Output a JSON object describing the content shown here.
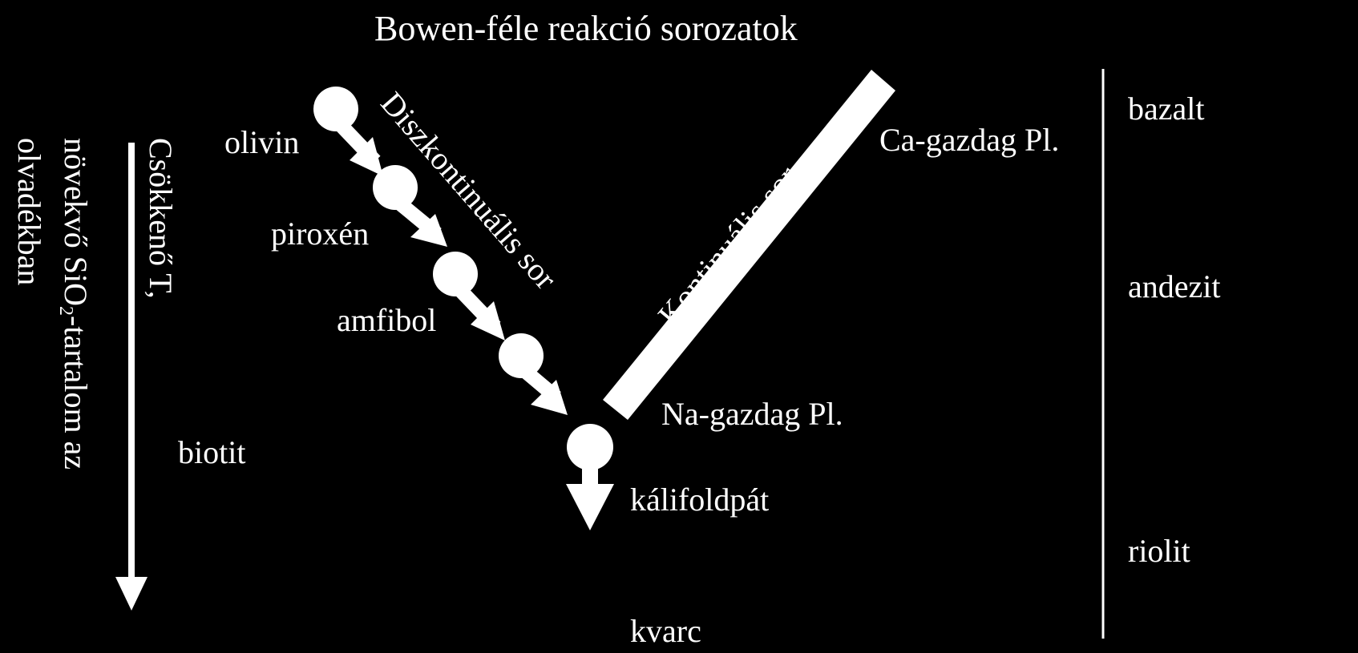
{
  "title": "Bowen-féle reakció sorozatok",
  "axis": {
    "temp_label": "Csökkenő T,",
    "sio2_prefix": "növekvő SiO",
    "sio2_sub": "2",
    "sio2_suffix": "-tartalom az",
    "melt_label": "olvadékban"
  },
  "discontinuous": {
    "label": "Diszkontinuális sor",
    "minerals": [
      "olivin",
      "piroxén",
      "amfibol"
    ]
  },
  "continuous": {
    "label": "Kontinuális sor",
    "top": "Ca-gazdag Pl.",
    "bottom": "Na-gazdag Pl."
  },
  "late": {
    "biotite": "biotit",
    "kfeldspar": "kálifoldpát",
    "quartz": "kvarc"
  },
  "rocks": [
    "bazalt",
    "andezit",
    "riolit"
  ],
  "colors": {
    "background": "#000000",
    "foreground": "#ffffff"
  }
}
